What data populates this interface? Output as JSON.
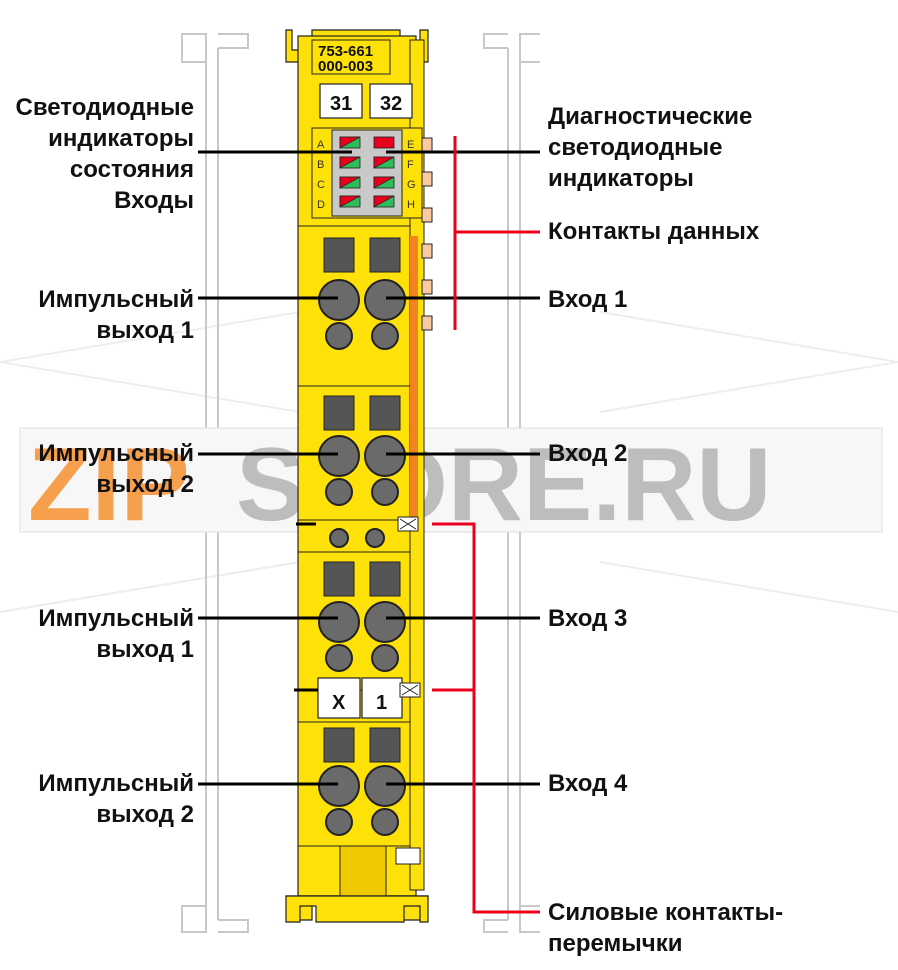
{
  "module": {
    "part_number_line1": "753-661",
    "part_number_line2": "000-003",
    "channel_left": "31",
    "channel_right": "32",
    "marker_left": "X",
    "marker_right": "1",
    "led_letters_left": [
      "A",
      "B",
      "C",
      "D"
    ],
    "led_letters_right": [
      "E",
      "F",
      "G",
      "H"
    ],
    "body_color": "#ffe10a",
    "accent_color": "#f58220"
  },
  "labels": {
    "status_leds": [
      "Светодиодные",
      "индикаторы",
      "состояния",
      "Входы"
    ],
    "diag_leds": [
      "Диагностические",
      "светодиодные",
      "индикаторы"
    ],
    "data_contacts": "Контакты данных",
    "pulse_out_1a": [
      "Импульсный",
      "выход 1"
    ],
    "pulse_out_2a": [
      "Импульсный",
      "выход 2"
    ],
    "pulse_out_1b": [
      "Импульсный",
      "выход 1"
    ],
    "pulse_out_2b": [
      "Импульсный",
      "выход 2"
    ],
    "input_1": "Вход 1",
    "input_2": "Вход 2",
    "input_3": "Вход 3",
    "input_4": "Вход 4",
    "power_jumpers": [
      "Силовые контакты-",
      "перемычки"
    ]
  },
  "watermark": {
    "part1": "ZIP",
    "part2": "STORE.RU"
  },
  "colors": {
    "leader_line": "#000000",
    "bracket_line": "#e8001c",
    "led_green": "#2ebd5a",
    "led_red": "#e8001c",
    "watermark_orange": "#f6a04d",
    "watermark_gray": "#bdbdbd"
  }
}
